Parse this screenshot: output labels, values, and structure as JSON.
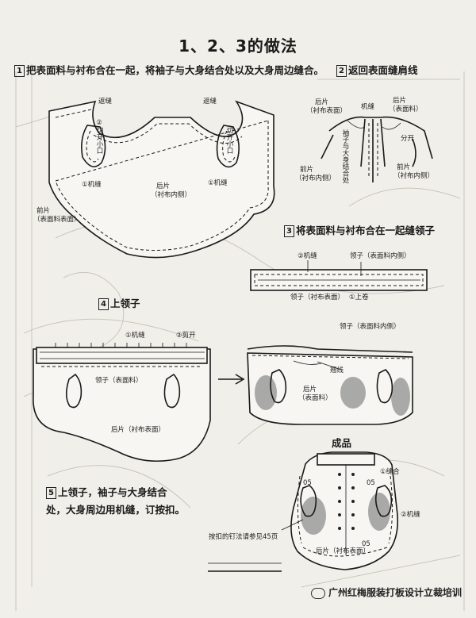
{
  "title": "1、2、3的做法",
  "steps": {
    "s1": {
      "num": "1",
      "text": "把表面料与衬布合在一起，将袖子与大身结合处以及大身周边缝合。"
    },
    "s2": {
      "num": "2",
      "text": "返回表面缝肩线"
    },
    "s3": {
      "num": "3",
      "text": "将表面料与衬布合在一起缝领子"
    },
    "s4": {
      "num": "4",
      "text": "上领子"
    },
    "s5": {
      "num": "5",
      "line1": "上领子，袖子与大身结合",
      "line2": "处，大身周边用机缝，订按扣。"
    },
    "finished": "成品"
  },
  "labels": {
    "d1": {
      "fanfeng_l": "返缝",
      "fanfeng_r": "返缝",
      "qiekai_l": "②切开小口",
      "qiekai_r": "切开小口",
      "jifeng_l": "①机缝",
      "jifeng_r": "①机缝",
      "houpian": "后片",
      "houpian_sub": "（衬布内侧）",
      "qianpian": "前片",
      "qianpian_sub": "（表面料表面）"
    },
    "d2": {
      "houpian_l": "后片",
      "houpian_l_sub": "（衬布表面）",
      "jifeng": "机缝",
      "houpian_r": "后片",
      "houpian_r_sub": "（表面料）",
      "fenkai": "分开",
      "vertical": "袖子与大身结合处",
      "qianpian_l": "前片",
      "qianpian_l_sub": "（衬布内侧）",
      "qianpian_r": "前片",
      "qianpian_r_sub": "（衬布内侧）"
    },
    "d3": {
      "jifeng": "②机缝",
      "collar_inner": "领子（表面料内侧）",
      "collar_surface": "领子（衬布表面）",
      "shangjuan": "①上卷"
    },
    "d4": {
      "jifeng": "①机缝",
      "jiankai": "②剪开",
      "collar": "领子（表面料）",
      "houpian": "后片（衬布表面）"
    },
    "d4r": {
      "collar": "领子（表面料内侧）",
      "qiaoxian": "翘线",
      "houpian": "后片",
      "houpian_sub": "（表面料）"
    },
    "d5": {
      "note": "按扣的钉法请参见45页",
      "fenghe": "①缝合",
      "jifeng": "②机缝",
      "size_l": "05",
      "size_r": "05",
      "size_b": "05",
      "houpian": "后片（衬布表面）"
    }
  },
  "watermark": "广州红梅服装打板设计立裁培训"
}
